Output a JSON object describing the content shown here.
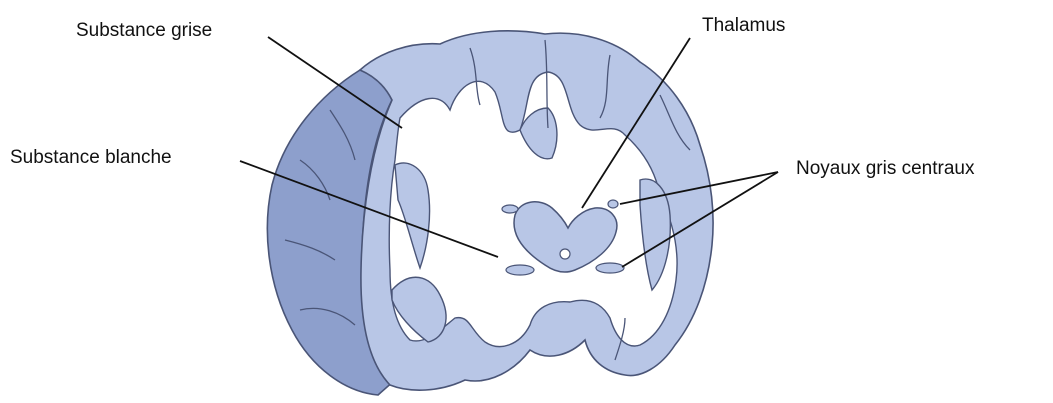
{
  "labels": {
    "substance_grise": "Substance grise",
    "thalamus": "Thalamus",
    "substance_blanche": "Substance blanche",
    "noyaux_gris_centraux": "Noyaux gris centraux"
  },
  "colors": {
    "background": "#ffffff",
    "cortex_lateral": "#8d9fcc",
    "gray_matter": "#b8c6e6",
    "white_matter": "#ffffff",
    "outline": "#4a5577",
    "leader_line": "#111111"
  }
}
